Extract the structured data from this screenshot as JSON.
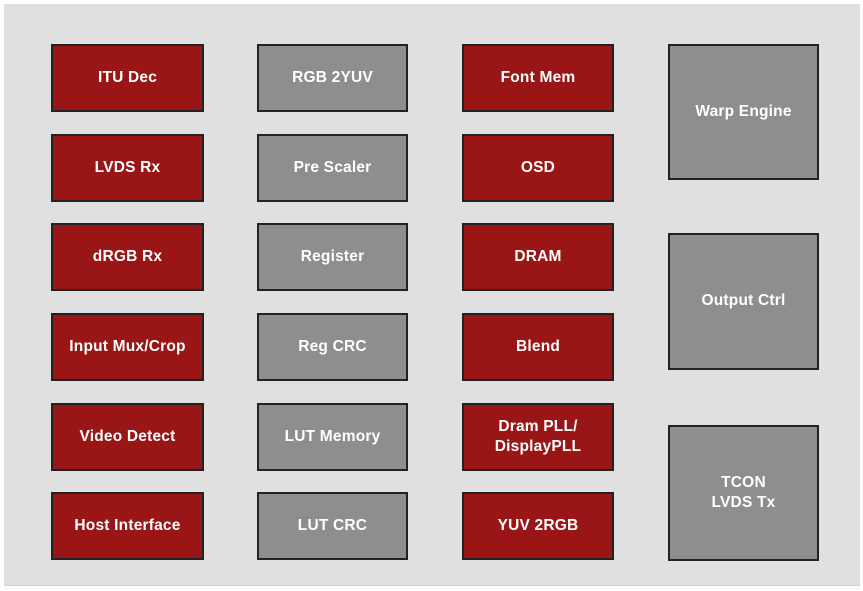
{
  "colors": {
    "page_bg": "#ffffff",
    "canvas_bg": "#e0e0e0",
    "red_block": "#9a1515",
    "gray_block": "#8e8e8e",
    "block_border": "#222222",
    "block_text": "#ffffff"
  },
  "blocks": [
    {
      "label": "ITU Dec",
      "variant": "red"
    },
    {
      "label": "LVDS Rx",
      "variant": "red"
    },
    {
      "label": "dRGB Rx",
      "variant": "red"
    },
    {
      "label": "Input Mux/Crop",
      "variant": "red"
    },
    {
      "label": "Video Detect",
      "variant": "red"
    },
    {
      "label": "Host Interface",
      "variant": "red"
    },
    {
      "label": "RGB 2YUV",
      "variant": "gray"
    },
    {
      "label": "Pre Scaler",
      "variant": "gray"
    },
    {
      "label": "Register",
      "variant": "gray"
    },
    {
      "label": "Reg CRC",
      "variant": "gray"
    },
    {
      "label": "LUT Memory",
      "variant": "gray"
    },
    {
      "label": "LUT CRC",
      "variant": "gray"
    },
    {
      "label": "Font Mem",
      "variant": "red"
    },
    {
      "label": "OSD",
      "variant": "red"
    },
    {
      "label": "DRAM",
      "variant": "red"
    },
    {
      "label": "Blend",
      "variant": "red"
    },
    {
      "label": "Dram PLL/\nDisplayPLL",
      "variant": "red"
    },
    {
      "label": "YUV 2RGB",
      "variant": "red"
    },
    {
      "label": "Warp Engine",
      "variant": "gray"
    },
    {
      "label": "Output Ctrl",
      "variant": "gray"
    },
    {
      "label": "TCON\nLVDS Tx",
      "variant": "gray"
    }
  ]
}
